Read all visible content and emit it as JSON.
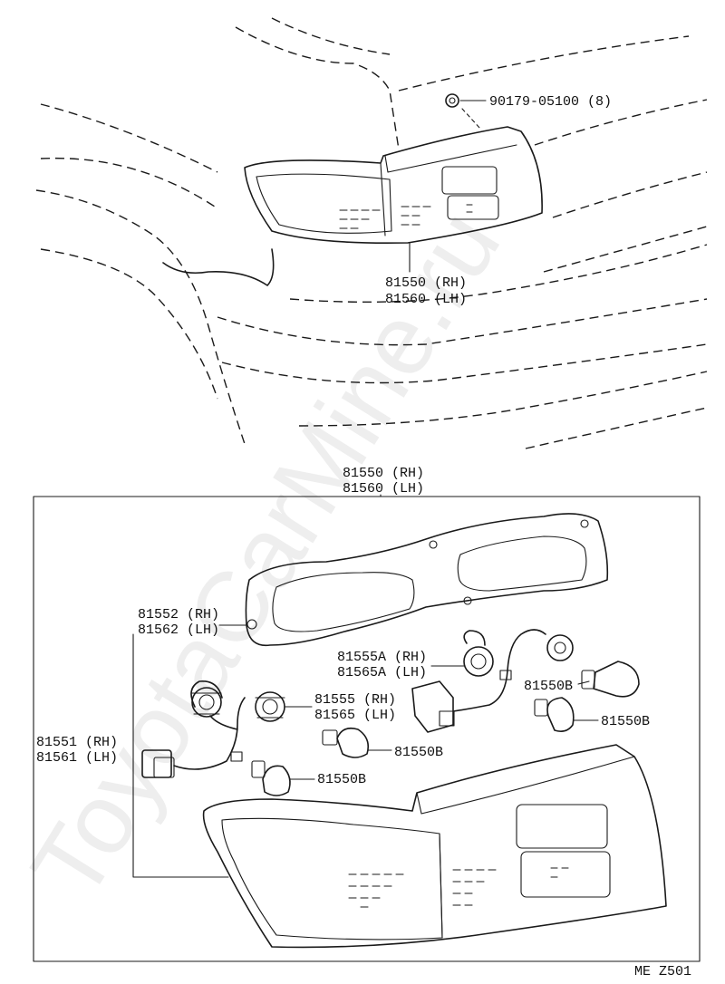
{
  "top_view": {
    "nut_part": "90179-05100 (8)",
    "lamp_assy": [
      "81550 (RH)",
      "81560 (LH)"
    ]
  },
  "exploded_view": {
    "lamp_assy": [
      "81550 (RH)",
      "81560 (LH)"
    ],
    "gasket": [
      "81552 (RH)",
      "81562 (LH)"
    ],
    "socket_a": [
      "81555A (RH)",
      "81565A (LH)"
    ],
    "socket": [
      "81555 (RH)",
      "81565 (LH)"
    ],
    "harness": [
      "81551 (RH)",
      "81561 (LH)"
    ],
    "bulb_1": "81550B",
    "bulb_2": "81550B",
    "bulb_3": "81550B",
    "bulb_4": "81550B"
  },
  "diagram_code": "ME Z501",
  "watermark": "ToyotaCarMine.ru"
}
